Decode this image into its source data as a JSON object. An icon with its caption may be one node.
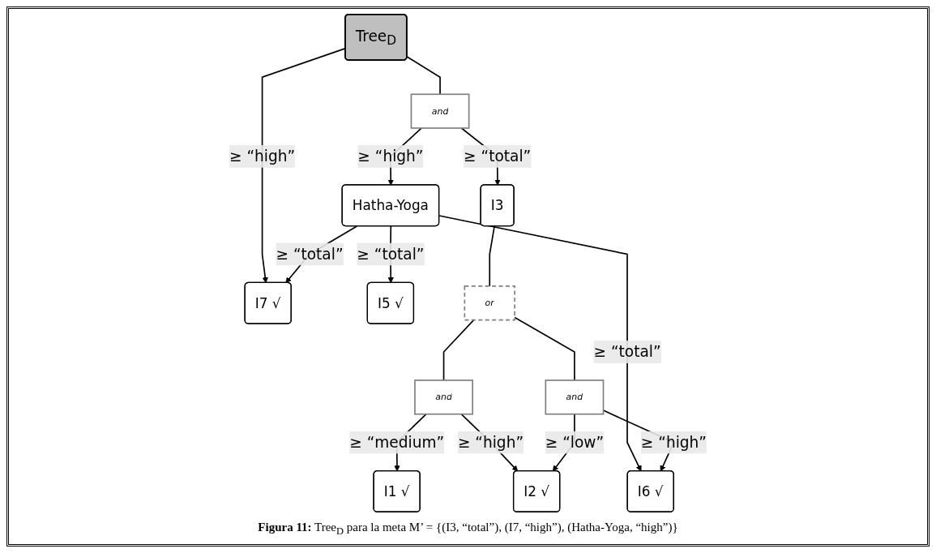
{
  "diagram": {
    "caption": "**Figura 11:** Tree$_{D}$ para la meta M’ = {(I3, “total”), (I7, “high”), (Hatha-Yoga, “high”)}",
    "nodes": [
      {
        "text": [
          "Tree$_{D}$"
        ]
      },
      {
        "text": [
          "and"
        ]
      },
      {
        "text": [
          "I3"
        ]
      },
      {
        "text": [
          "I7 √"
        ]
      },
      {
        "text": [
          "Hatha-Yoga"
        ]
      },
      {
        "text": [
          "I5 √"
        ]
      },
      {
        "text": [
          "or"
        ]
      },
      {
        "text": [
          "and"
        ]
      },
      {
        "text": [
          "and"
        ]
      },
      {
        "text": [
          "I1 √"
        ]
      },
      {
        "text": [
          "I2 √"
        ]
      },
      {
        "text": [
          "I6 √"
        ]
      }
    ],
    "edges": [
      {
        "from": 0,
        "to": 1,
        "arrow": "none"
      },
      {
        "from": 1,
        "to": 2,
        "arrow": "to",
        "label": "≥ “total”"
      },
      {
        "from": 1,
        "to": 4,
        "arrow": "to",
        "label": "≥ “high”"
      },
      {
        "from": 0,
        "to": 3,
        "arrow": "to",
        "label": "≥ “high”"
      },
      {
        "from": 4,
        "to": 3,
        "arrow": "to",
        "label": "≥ “total”"
      },
      {
        "from": 4,
        "to": 5,
        "arrow": "to",
        "label": "≥ “total”"
      },
      {
        "from": 4,
        "to": 11,
        "arrow": "to",
        "label": "≥ “total”"
      },
      {
        "from": 2,
        "to": 6,
        "arrow": "none"
      },
      {
        "from": 6,
        "to": 7,
        "arrow": "none"
      },
      {
        "from": 6,
        "to": 8,
        "arrow": "none"
      },
      {
        "from": 7,
        "to": 9,
        "arrow": "to",
        "label": "≥ “medium”"
      },
      {
        "from": 7,
        "to": 10,
        "arrow": "to",
        "label": "≥ “high”"
      },
      {
        "from": 8,
        "to": 10,
        "arrow": "to",
        "label": "≥ “low”"
      },
      {
        "from": 8,
        "to": 11,
        "arrow": "to",
        "label": "≥ “high”"
      }
    ]
  }
}
